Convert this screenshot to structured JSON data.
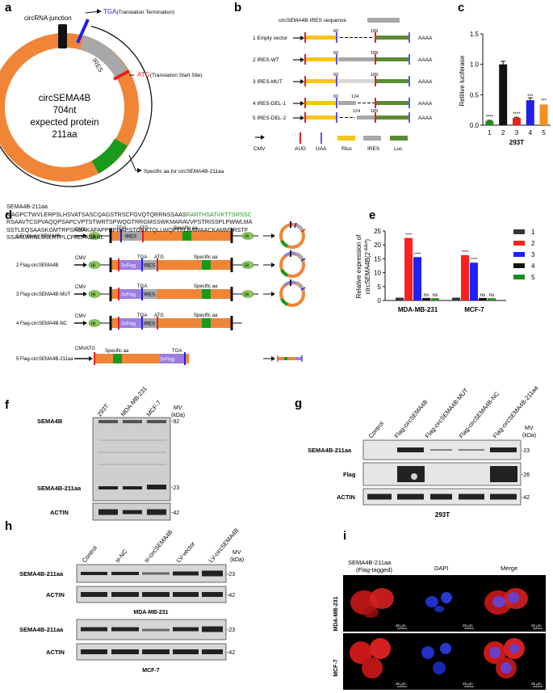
{
  "panel_letters": [
    "a",
    "b",
    "c",
    "d",
    "e",
    "f",
    "g",
    "h",
    "i"
  ],
  "a": {
    "junction_label": "circRNA junction",
    "tga_code": "TGA",
    "tga_desc": "(Translation Termination)",
    "atg_code": "ATG",
    "atg_desc": "(Translation Start Site)",
    "ires": "IRES",
    "specific_aa": "Specific aa for circSEMA4B-211aa",
    "center": [
      "circSEMA4B",
      "704nt",
      "expected protein",
      "211aa"
    ],
    "seq_title": "SEMA4B-211aa",
    "seq_line1_black": "MAGPCTWVLERPSLHSVATSASCQAGSTRSCFGVQTQRRNSSAAS",
    "seq_line1_green": "RARTHSATVKTTSRSSC",
    "seq_lines": [
      "RSAAVTCSPVAQQPSAPCVPTSTWRTSPWQGTRRGMSSWKMARAVVPSTRISSPLPWWLMA",
      "SSTLEQSAASKGMTRPSRGAKAFAPPRPRAPSTGCKTQLLWQPTFLRAWAACKAMMTRSTF",
      "SSARLARNLSSLRTPLCPALPASARL"
    ]
  },
  "b": {
    "seq_label": "circSEMA4B-IRES sequence",
    "constructs": [
      "1 Empty vector",
      "2 IRES-WT",
      "3 IRES-MUT",
      "4 IRES-DEL-1",
      "5 IRES-DEL-2"
    ],
    "pos": [
      "60",
      "189",
      "124"
    ],
    "polyA": "AAAA",
    "legend": [
      "CMV",
      "AUG",
      "UAA",
      "Rluc",
      "IRES",
      "Luc"
    ]
  },
  "chart_data": [
    {
      "panel": "c",
      "type": "bar",
      "categories": [
        "1",
        "2",
        "3",
        "4",
        "5"
      ],
      "values": [
        0.07,
        1.0,
        0.12,
        0.41,
        0.34
      ],
      "errors": [
        0.01,
        0.05,
        0.01,
        0.04,
        0.0
      ],
      "colors": [
        "#1f8a1f",
        "#111111",
        "#e82020",
        "#2020e8",
        "#f39020"
      ],
      "significance": [
        "****",
        "",
        "****",
        "***",
        "***"
      ],
      "ylabel": "Relitive luciferase",
      "xlabel": "293T",
      "ylim": [
        0,
        1.5
      ],
      "yticks": [
        "0.0",
        "0.5",
        "1.0",
        "1.5"
      ]
    },
    {
      "panel": "e",
      "type": "bar",
      "groups": [
        "MDA-MB-231",
        "MCF-7"
      ],
      "series": [
        {
          "name": "1",
          "color": "#333333",
          "values": [
            1.0,
            1.0
          ],
          "sig": [
            "",
            ""
          ]
        },
        {
          "name": "2",
          "color": "#ff1f1f",
          "values": [
            22.5,
            16.3
          ],
          "sig": [
            "****",
            "****"
          ]
        },
        {
          "name": "3",
          "color": "#1f1fff",
          "values": [
            15.6,
            13.6
          ],
          "sig": [
            "****",
            "****"
          ]
        },
        {
          "name": "4",
          "color": "#111111",
          "values": [
            0.9,
            0.9
          ],
          "sig": [
            "ns",
            "ns"
          ]
        },
        {
          "name": "5",
          "color": "#1f8a1f",
          "values": [
            0.8,
            0.8
          ],
          "sig": [
            "ns",
            "ns"
          ]
        }
      ],
      "ylabel": "Relative expression of",
      "ylabel2": "circSEMA4B(2",
      "ylabel_sup": "-ΔΔct",
      "ylim": [
        0,
        25
      ],
      "yticks": [
        "0",
        "5",
        "10",
        "15",
        "20",
        "25"
      ]
    }
  ],
  "d": {
    "constructs": [
      "1 Endo-circSEMA4B",
      "2 Flag-circSEMA4B",
      "3 Flag-circSEMA4B-MUT",
      "4 Flag-circSEMA4B-NC",
      "5 Flag-circSEMA4B-211aa"
    ],
    "cmv": "CMV",
    "ir": "IR",
    "tga": "TGA",
    "atg": "ATG",
    "ires": "IRES",
    "specific": "Specific aa",
    "flag": "3xFlag"
  },
  "f": {
    "lanes": [
      "293T",
      "MDA-MB-231",
      "MCF-7"
    ],
    "mw_label": [
      "MV",
      "(kDa)"
    ],
    "labels": [
      "SEMA4B",
      "SEMA4B-211aa",
      "ACTIN"
    ],
    "markers": [
      "92",
      "23",
      "42"
    ]
  },
  "g": {
    "lanes": [
      "Control",
      "Flag-circSEMA4B",
      "Flag-circSEMA4B-MUT",
      "Flag-circSEMA4B-NC",
      "Flag-circSEMA4B-211aa"
    ],
    "mw_label": [
      "MV",
      "(kDa)"
    ],
    "labels": [
      "SEMA4B-211aa",
      "Flag",
      "ACTIN"
    ],
    "markers": [
      "23",
      "26",
      "42"
    ],
    "cell": "293T"
  },
  "h": {
    "lanes": [
      "Control",
      "si-NC",
      "si-circSEMA4B",
      "LV-vector",
      "LV-circSEMA4B"
    ],
    "mw_label": [
      "MV",
      "(kDa)"
    ],
    "labels": [
      "SEMA4B-211aa",
      "ACTIN"
    ],
    "markers": [
      "23",
      "42"
    ],
    "cells": [
      "MDA-MB-231",
      "MCF-7"
    ]
  },
  "i": {
    "cols": [
      "SEMA4B-211aa",
      "(Flag-tagged)",
      "DAPI",
      "Merge"
    ],
    "rows": [
      "MDA-MB-231",
      "MCF-7"
    ],
    "scale": "25 μm"
  }
}
